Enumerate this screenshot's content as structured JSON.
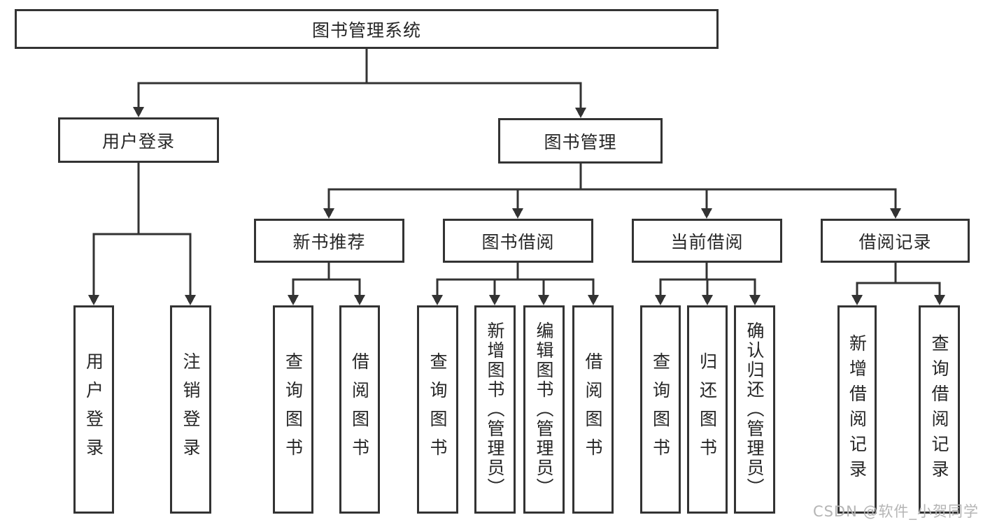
{
  "diagram_title": "图书管理系统",
  "tree": {
    "root": "图书管理系统",
    "user_login": {
      "label": "用户登录",
      "children": [
        "用户登录",
        "注销登录"
      ]
    },
    "book_management": {
      "label": "图书管理",
      "sections": [
        {
          "label": "新书推荐",
          "children": [
            "查询图书",
            "借阅图书"
          ]
        },
        {
          "label": "图书借阅",
          "children": [
            "查询图书",
            "新增图书（管理员）",
            "编辑图书（管理员）",
            "借阅图书"
          ]
        },
        {
          "label": "当前借阅",
          "children": [
            "查询图书",
            "归还图书",
            "确认归还（管理员）"
          ]
        },
        {
          "label": "借阅记录",
          "children": [
            "新增借阅记录",
            "查询借阅记录"
          ]
        }
      ]
    }
  },
  "watermark": {
    "text": "CSDN @软件_小贺同学"
  },
  "colors": {
    "line": "#333333",
    "text": "#262626",
    "background": "#ffffff",
    "watermark": "#b5b5b5"
  }
}
